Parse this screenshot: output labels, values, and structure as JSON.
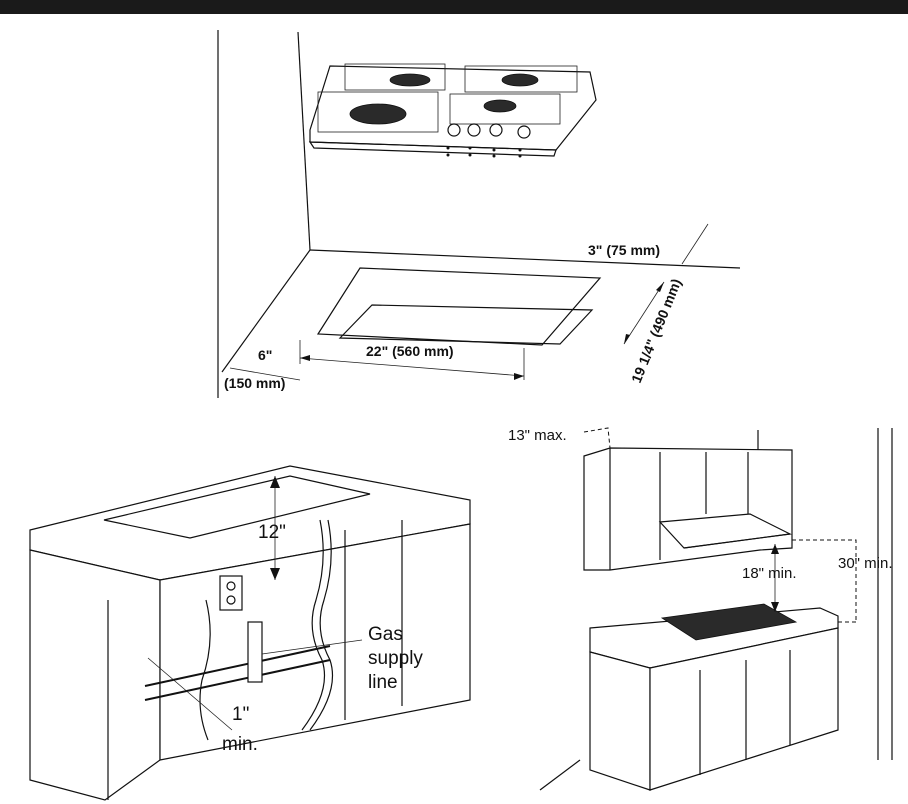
{
  "diagram1": {
    "dim_depth_offset": "3\" (75 mm)",
    "dim_width": "22\" (560 mm)",
    "dim_depth": "19 1/4\" (490 mm)",
    "dim_side_inch": "6\"",
    "dim_side_mm": "(150 mm)"
  },
  "diagram2": {
    "dim_top_clearance": "12\"",
    "gas_label_1": "Gas",
    "gas_label_2": "supply",
    "gas_label_3": "line",
    "dim_min_inch": "1\"",
    "dim_min_label": "min."
  },
  "diagram3": {
    "dim_cabinet_depth": "13\" max.",
    "dim_hood_min": "18\" min.",
    "dim_total_min": "30\" min."
  }
}
